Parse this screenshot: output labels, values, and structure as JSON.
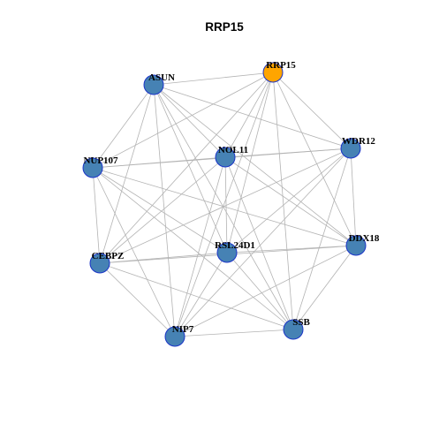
{
  "title": "RRP15",
  "colors": {
    "focus_node_fill": "#ffa500",
    "node_fill": "#4682b4",
    "node_stroke": "#1a34c8",
    "edge": "#b3b3b3"
  },
  "nodes": [
    {
      "id": "RRP15",
      "label": "RRP15",
      "focus": true
    },
    {
      "id": "ASUN",
      "label": "ASUN",
      "focus": false
    },
    {
      "id": "WDR12",
      "label": "WDR12",
      "focus": false
    },
    {
      "id": "NOL11",
      "label": "NOL11",
      "focus": false
    },
    {
      "id": "NUP107",
      "label": "NUP107",
      "focus": false
    },
    {
      "id": "DDX18",
      "label": "DDX18",
      "focus": false
    },
    {
      "id": "RSL24D1",
      "label": "RSL24D1",
      "focus": false
    },
    {
      "id": "CEBPZ",
      "label": "CEBPZ",
      "focus": false
    },
    {
      "id": "SSB",
      "label": "SSB",
      "focus": false
    },
    {
      "id": "NIP7",
      "label": "NIP7",
      "focus": false
    }
  ],
  "edges": [
    [
      "RRP15",
      "ASUN"
    ],
    [
      "RRP15",
      "NOL11"
    ],
    [
      "RRP15",
      "NUP107"
    ],
    [
      "RRP15",
      "RSL24D1"
    ],
    [
      "RRP15",
      "CEBPZ"
    ],
    [
      "RRP15",
      "NIP7"
    ],
    [
      "RRP15",
      "SSB"
    ],
    [
      "RRP15",
      "WDR12"
    ],
    [
      "RRP15",
      "DDX18"
    ],
    [
      "ASUN",
      "NUP107"
    ],
    [
      "ASUN",
      "NOL11"
    ],
    [
      "ASUN",
      "WDR12"
    ],
    [
      "ASUN",
      "DDX18"
    ],
    [
      "ASUN",
      "RSL24D1"
    ],
    [
      "ASUN",
      "CEBPZ"
    ],
    [
      "ASUN",
      "NIP7"
    ],
    [
      "ASUN",
      "SSB"
    ],
    [
      "NUP107",
      "WDR12"
    ],
    [
      "NUP107",
      "NOL11"
    ],
    [
      "NUP107",
      "RSL24D1"
    ],
    [
      "NUP107",
      "DDX18"
    ],
    [
      "NUP107",
      "CEBPZ"
    ],
    [
      "NUP107",
      "NIP7"
    ],
    [
      "NUP107",
      "SSB"
    ],
    [
      "NOL11",
      "WDR12"
    ],
    [
      "NOL11",
      "RSL24D1"
    ],
    [
      "NOL11",
      "DDX18"
    ],
    [
      "NOL11",
      "CEBPZ"
    ],
    [
      "NOL11",
      "NIP7"
    ],
    [
      "NOL11",
      "SSB"
    ],
    [
      "WDR12",
      "DDX18"
    ],
    [
      "WDR12",
      "CEBPZ"
    ],
    [
      "WDR12",
      "RSL24D1"
    ],
    [
      "WDR12",
      "NIP7"
    ],
    [
      "WDR12",
      "SSB"
    ],
    [
      "DDX18",
      "RSL24D1"
    ],
    [
      "DDX18",
      "CEBPZ"
    ],
    [
      "DDX18",
      "NIP7"
    ],
    [
      "DDX18",
      "SSB"
    ],
    [
      "RSL24D1",
      "CEBPZ"
    ],
    [
      "RSL24D1",
      "NIP7"
    ],
    [
      "RSL24D1",
      "SSB"
    ],
    [
      "CEBPZ",
      "NIP7"
    ],
    [
      "CEBPZ",
      "SSB"
    ],
    [
      "NIP7",
      "SSB"
    ]
  ]
}
